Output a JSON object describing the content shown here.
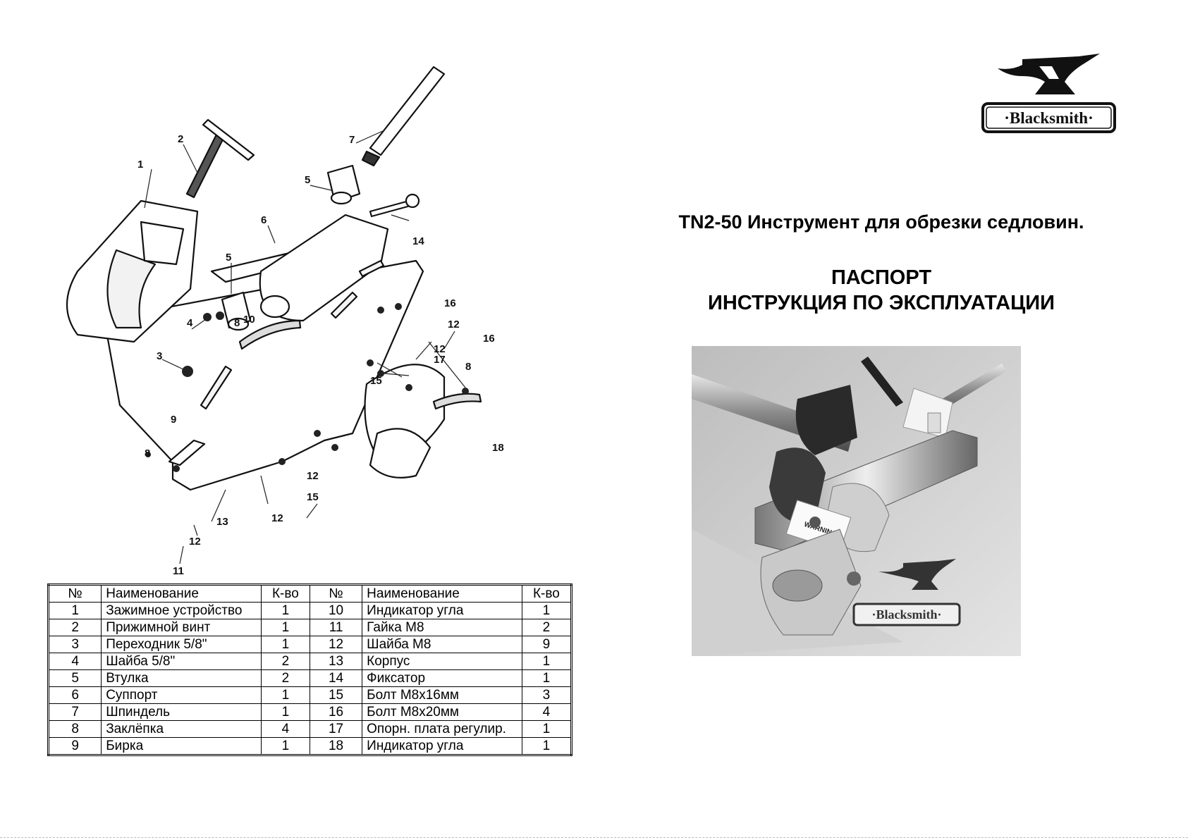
{
  "brand": {
    "name": "Blacksmith",
    "logo_text": "·Blacksmith·"
  },
  "title": "TN2-50 Инструмент для обрезки седловин.",
  "subtitle": {
    "line1": "ПАСПОРТ",
    "line2": "ИНСТРУКЦИЯ ПО ЭКСПЛУАТАЦИИ"
  },
  "diagram": {
    "callouts": [
      "1",
      "2",
      "3",
      "4",
      "5",
      "5",
      "6",
      "7",
      "8",
      "8",
      "8",
      "9",
      "10",
      "11",
      "12",
      "12",
      "12",
      "12",
      "12",
      "13",
      "14",
      "15",
      "15",
      "16",
      "16",
      "17",
      "18"
    ]
  },
  "photo": {
    "label_text": "WARNING!",
    "logo_text": "·Blacksmith·"
  },
  "parts_table": {
    "headers": [
      "№",
      "Наименование",
      "К-во",
      "№",
      "Наименование",
      "К-во"
    ],
    "rows": [
      [
        "1",
        "Зажимное устройство",
        "1",
        "10",
        "Индикатор угла",
        "1"
      ],
      [
        "2",
        "Прижимной винт",
        "1",
        "11",
        "Гайка М8",
        "2"
      ],
      [
        "3",
        "Переходник 5/8\"",
        "1",
        "12",
        "Шайба М8",
        "9"
      ],
      [
        "4",
        "Шайба 5/8\"",
        "2",
        "13",
        "Корпус",
        "1"
      ],
      [
        "5",
        "Втулка",
        "2",
        "14",
        "Фиксатор",
        "1"
      ],
      [
        "6",
        "Суппорт",
        "1",
        "15",
        "Болт М8х16мм",
        "3"
      ],
      [
        "7",
        "Шпиндель",
        "1",
        "16",
        "Болт М8х20мм",
        "4"
      ],
      [
        "8",
        "Заклёпка",
        "4",
        "17",
        "Опорн. плата регулир.",
        "1"
      ],
      [
        "9",
        "Бирка",
        "1",
        "18",
        "Индикатор угла",
        "1"
      ]
    ]
  },
  "colors": {
    "ink": "#000000",
    "paper": "#ffffff",
    "photo_bg": "#c9c9c9"
  }
}
